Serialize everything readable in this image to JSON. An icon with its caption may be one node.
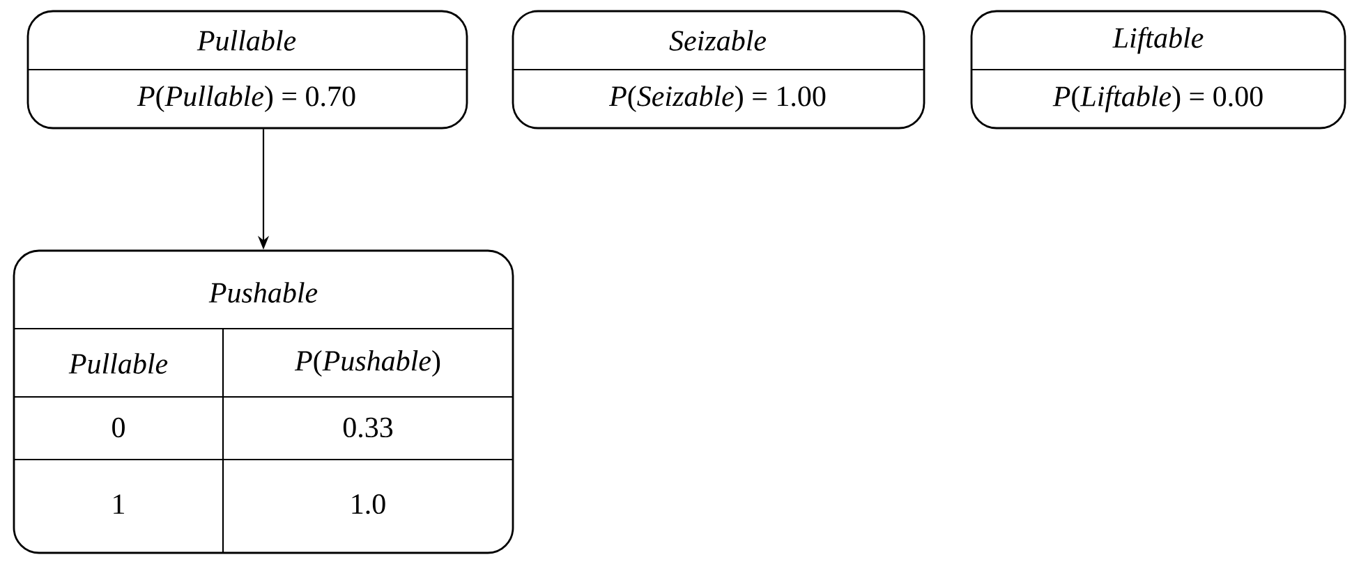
{
  "diagram": {
    "nodes": [
      {
        "text": [
          "Pullable",
          "*P*(*Pullable*) = 0.70"
        ]
      },
      {
        "text": [
          "Seizable",
          "*P*(*Seizable*) = 1.00"
        ]
      },
      {
        "text": [
          "Liftable",
          "*P*(*Liftable*) = 0.00"
        ]
      },
      {
        "text": [
          "Pushable",
          "Pullable",
          "*P*(*Pushable*)",
          "0",
          "0.33",
          "1",
          "1.0"
        ]
      }
    ],
    "edges": [
      {
        "from": 0,
        "to": 3,
        "arrow": "to"
      }
    ]
  }
}
